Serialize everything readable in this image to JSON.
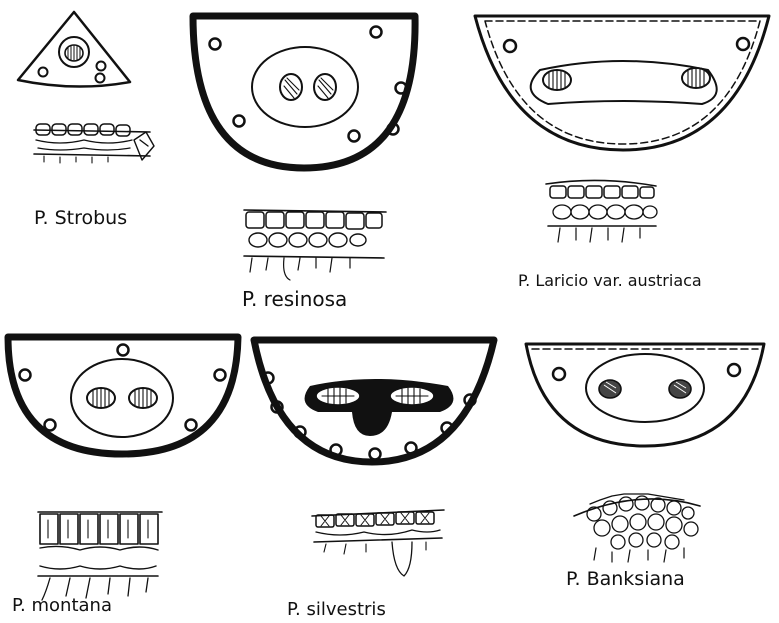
{
  "figure": {
    "specimens": [
      {
        "id": "strobus",
        "label": "P. Strobus"
      },
      {
        "id": "resinosa",
        "label": "P. resinosa"
      },
      {
        "id": "laricio",
        "label": "P. Laricio var. austriaca"
      },
      {
        "id": "montana",
        "label": "P. montana"
      },
      {
        "id": "silvestris",
        "label": "P. silvestris"
      },
      {
        "id": "banksiana",
        "label": "P. Banksiana"
      }
    ]
  },
  "colors": {
    "ink": "#111111",
    "paper": "#ffffff"
  }
}
